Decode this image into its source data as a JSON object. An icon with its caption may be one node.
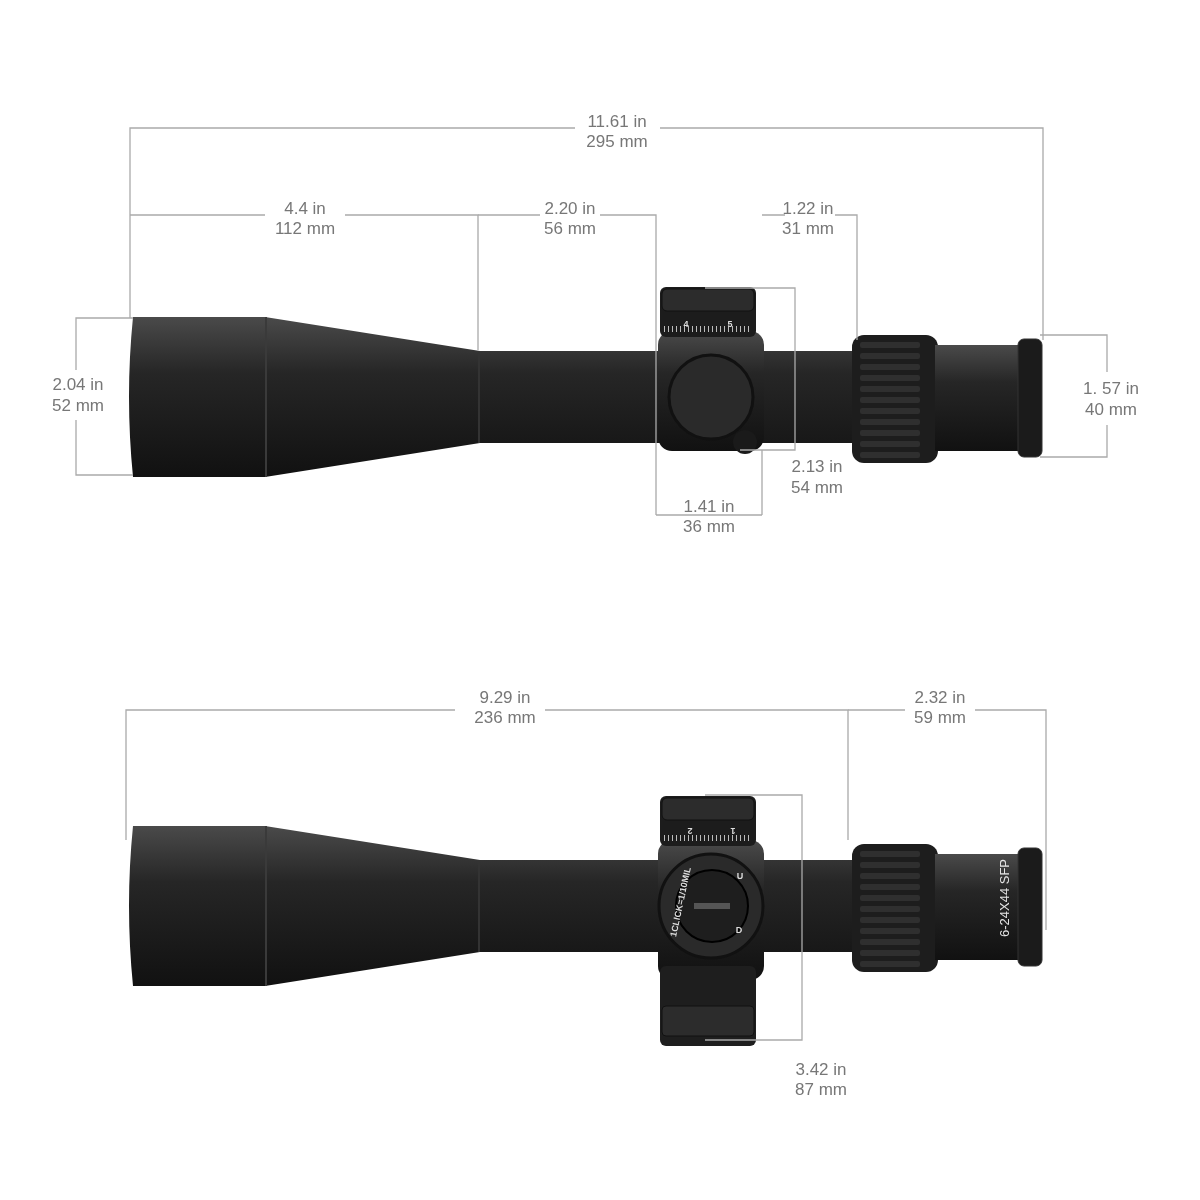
{
  "diagram": {
    "labels": [
      "11.61 in",
      "295 mm",
      "4.4 in",
      "112 mm",
      "2.20 in",
      "56 mm",
      "1.22 in",
      "31 mm",
      "4",
      "5",
      "2.04 in",
      "52 mm",
      "1. 57 in",
      "40 mm",
      "2.13 in",
      "54 mm",
      "1.41 in",
      "36 mm",
      "9.29 in",
      "236 mm",
      "2.32 in",
      "59 mm",
      "2",
      "1",
      "1CLICK=1/10MIL",
      "U",
      "D",
      "6-24X44 SFP",
      "3.42 in",
      "87 mm"
    ]
  }
}
